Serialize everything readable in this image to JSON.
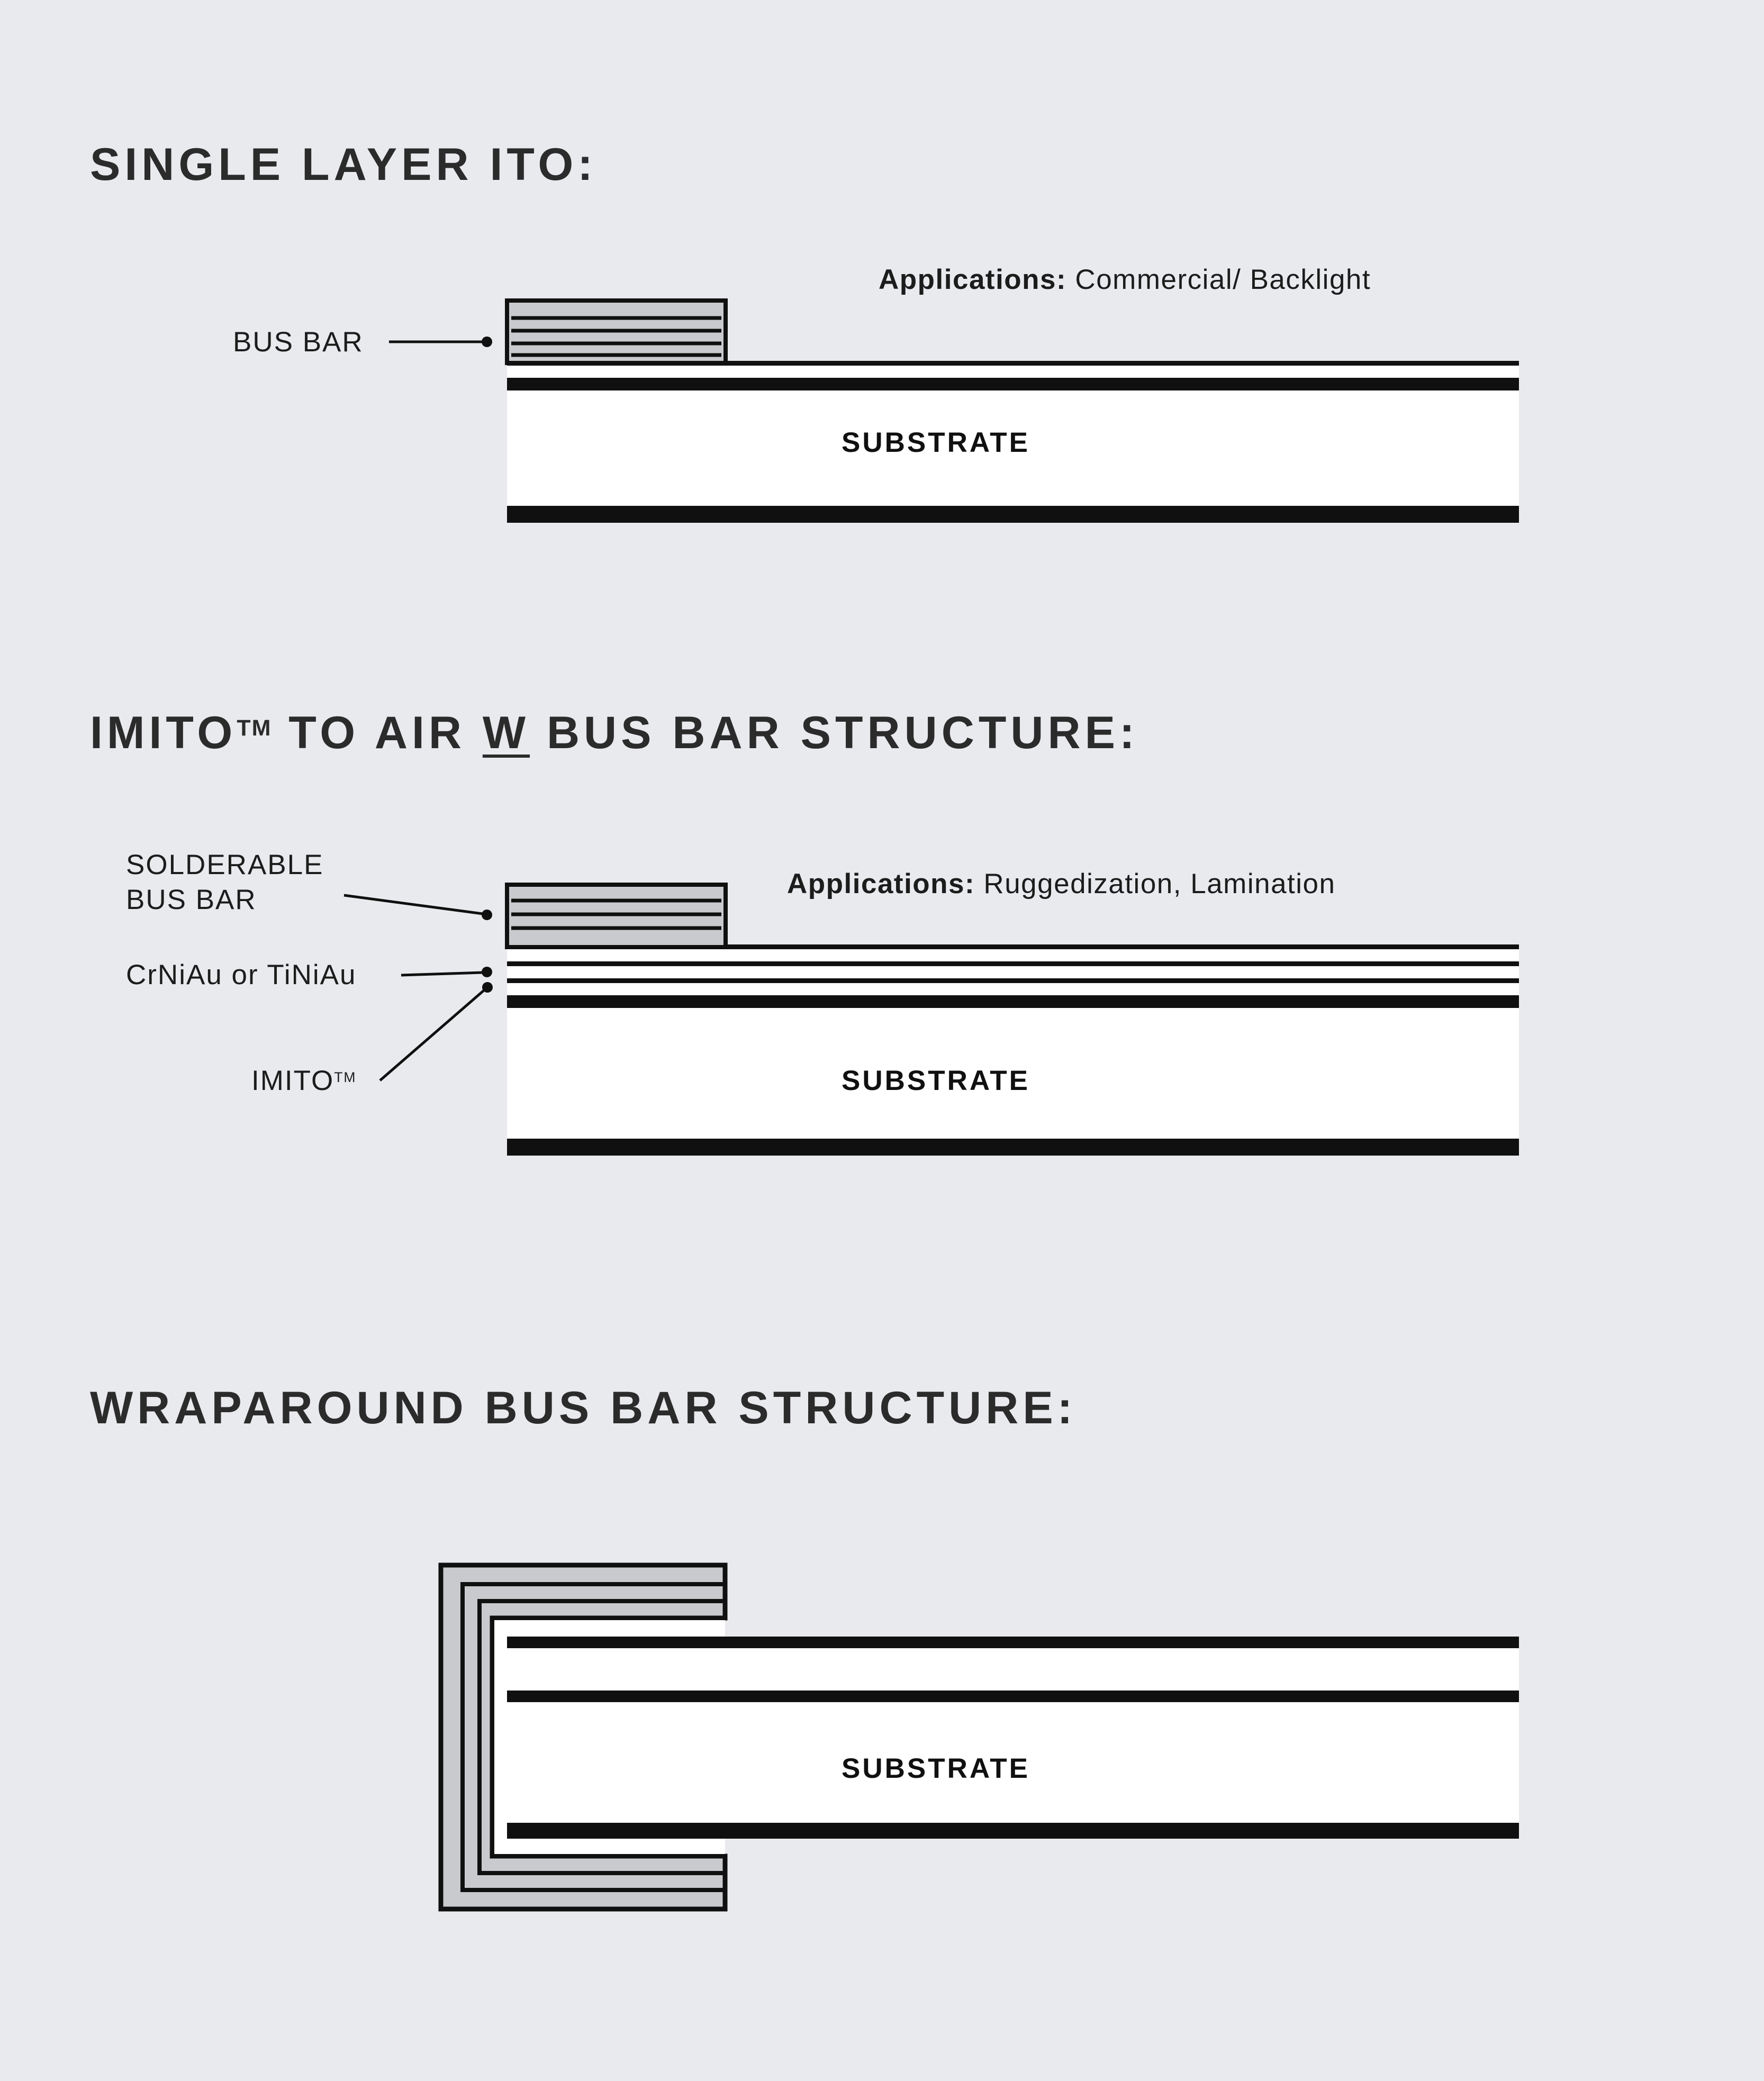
{
  "colors": {
    "background": "#e9eaee",
    "ink": "#101010",
    "busbar_fill": "#c9cacd",
    "substrate_fill": "#ffffff",
    "text": "#1c1c1c"
  },
  "section1": {
    "title": "SINGLE LAYER ITO:",
    "applications_label": "Applications:",
    "applications_value": " Commercial/ Backlight",
    "busbar_label": "BUS BAR",
    "substrate_label": "SUBSTRATE"
  },
  "section2": {
    "title_pre": "IMITO",
    "title_tm": "TM",
    "title_mid": " TO AIR ",
    "title_w": "W",
    "title_post": " BUS BAR STRUCTURE:",
    "applications_label": "Applications:",
    "applications_value": " Ruggedization, Lamination",
    "solderable_line1": "SOLDERABLE",
    "solderable_line2": "BUS BAR",
    "crniau_label": "CrNiAu or TiNiAu",
    "imito_label": "IMITO",
    "imito_tm": "TM",
    "substrate_label": "SUBSTRATE"
  },
  "section3": {
    "title": "WRAPAROUND BUS BAR STRUCTURE:",
    "substrate_label": "SUBSTRATE"
  }
}
